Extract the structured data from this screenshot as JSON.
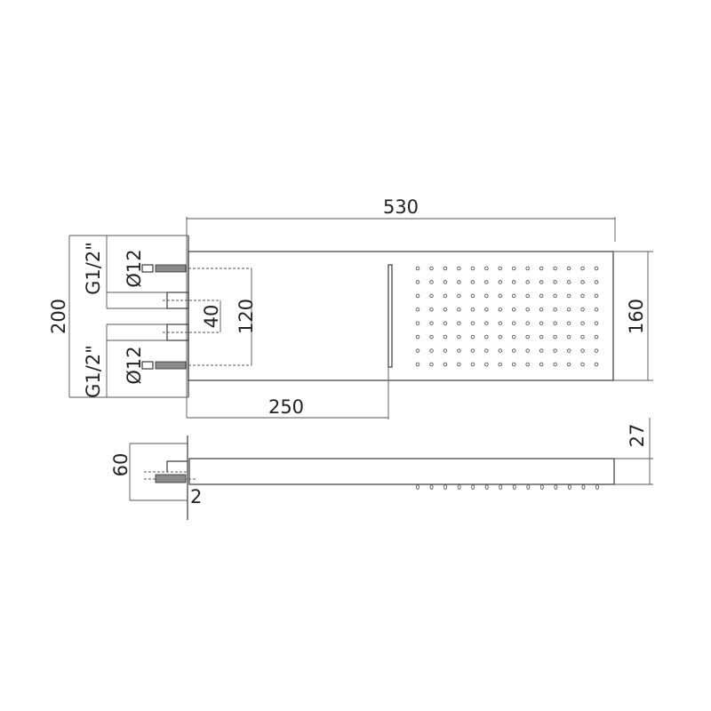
{
  "drawing": {
    "dimensions": {
      "overall_length": "530",
      "plate_height": "160",
      "wall_plate_height": "200",
      "inlet_spacing": "120",
      "inner_spacing": "40",
      "nozzle_offset": "250",
      "wall_depth": "60",
      "arm_thickness": "27",
      "wall_gap": "2"
    },
    "labels": {
      "thread_upper": "G1/2\"",
      "thread_lower": "G1/2\"",
      "diameter_upper": "Ø12",
      "diameter_lower": "Ø12"
    },
    "nozzle_grid": {
      "columns": 14,
      "rows": 8
    },
    "side_nozzles": 14
  }
}
